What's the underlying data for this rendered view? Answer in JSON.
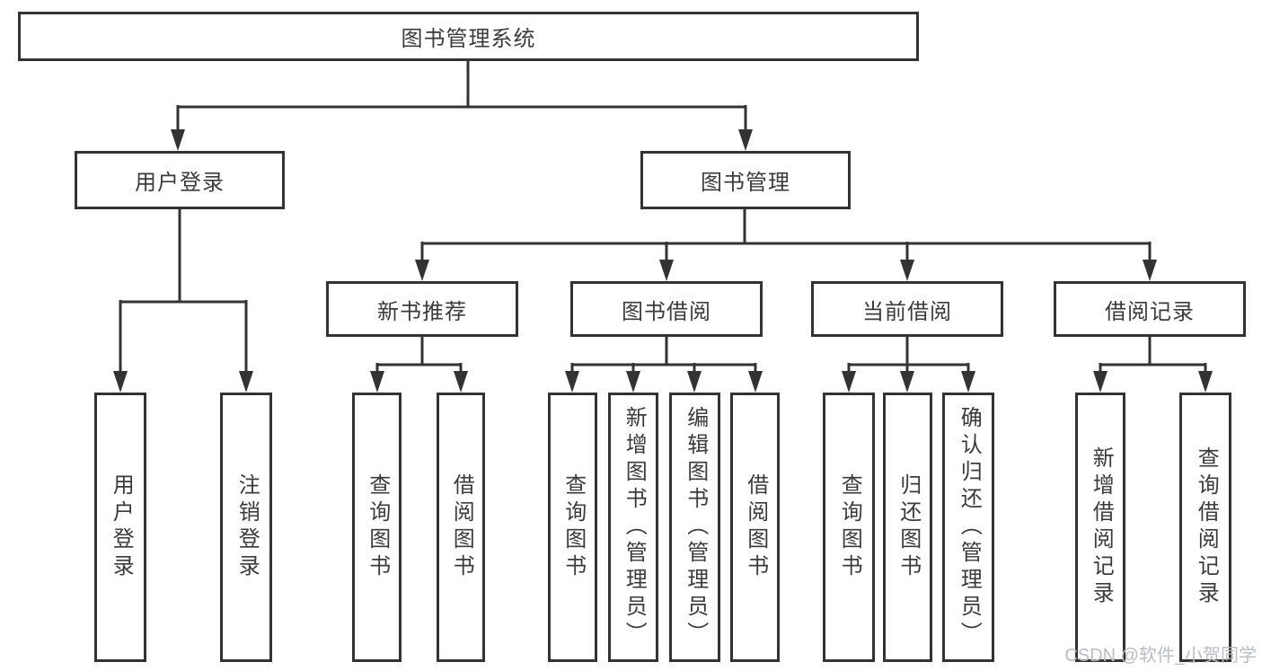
{
  "diagram": {
    "root": {
      "label": "图书管理系统"
    },
    "level2": [
      {
        "label": "用户登录"
      },
      {
        "label": "图书管理"
      }
    ],
    "level3": [
      {
        "label": "新书推荐"
      },
      {
        "label": "图书借阅"
      },
      {
        "label": "当前借阅"
      },
      {
        "label": "借阅记录"
      }
    ],
    "leaves": {
      "user_login": [
        {
          "label": "用户登录"
        },
        {
          "label": "注销登录"
        }
      ],
      "new_books": [
        {
          "label": "查询图书"
        },
        {
          "label": "借阅图书"
        }
      ],
      "book_borrow": [
        {
          "label": "查询图书"
        },
        {
          "label": "新增图书（管理员）"
        },
        {
          "label": "编辑图书（管理员）"
        },
        {
          "label": "借阅图书"
        }
      ],
      "current_borrow": [
        {
          "label": "查询图书"
        },
        {
          "label": "归还图书"
        },
        {
          "label": "确认归还（管理员）"
        }
      ],
      "borrow_records": [
        {
          "label": "新增借阅记录"
        },
        {
          "label": "查询借阅记录"
        }
      ]
    }
  },
  "watermark": "CSDN @软件_小贺同学",
  "colors": {
    "line": "#333333",
    "text": "#3b3b3b",
    "watermark": "#b9bdc4",
    "background": "#ffffff"
  }
}
